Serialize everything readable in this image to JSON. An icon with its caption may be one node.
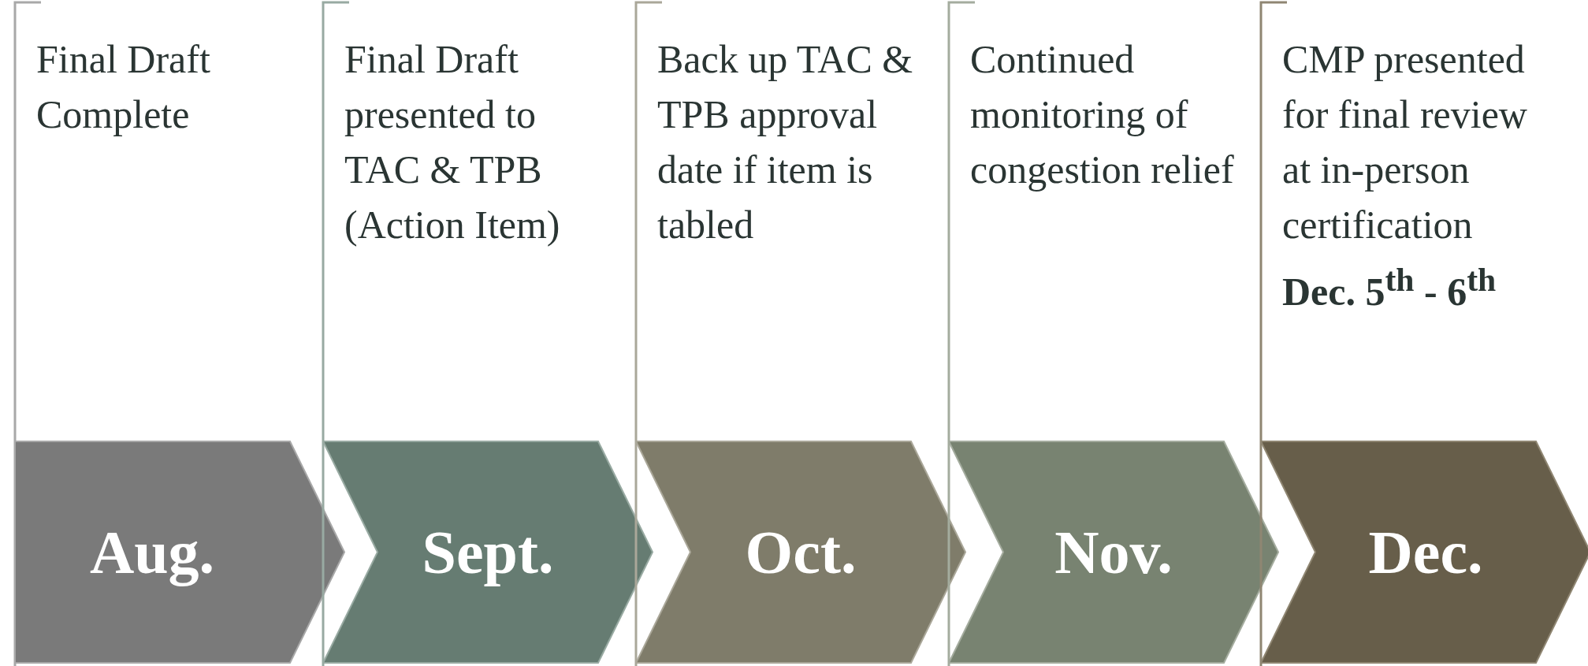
{
  "diagram": {
    "nodes": [
      {
        "text": [
          "Aug."
        ]
      },
      {
        "text": [
          "Sept."
        ]
      },
      {
        "text": [
          "Oct."
        ]
      },
      {
        "text": [
          "Nov."
        ]
      },
      {
        "text": [
          "Dec."
        ]
      }
    ],
    "labels": [
      "Final Draft Complete",
      "Final Draft presented to TAC & TPB (Action Item)",
      "Back up TAC & TPB approval date if item is tabled",
      "Continued monitoring of congestion relief",
      "CMP presented for final review at in-person certification",
      "Dec. 5$^{th}$ - 6$^{th}$"
    ]
  }
}
